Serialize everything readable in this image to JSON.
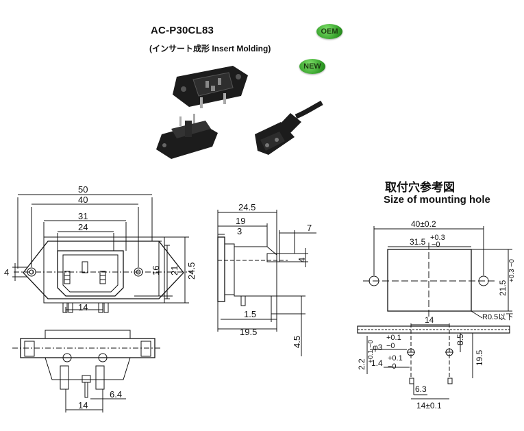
{
  "product": {
    "model": "AC-P30CL83",
    "subtitle": "(インサート成形  Insert Molding)",
    "badges": {
      "oem": "OEM",
      "new": "NEW"
    }
  },
  "mounting_hole": {
    "title_jp": "取付穴参考図",
    "title_en": "Size of mounting hole"
  },
  "front_view": {
    "dims": {
      "w50": "50",
      "w40": "40",
      "w31": "31",
      "w24": "24",
      "w14": "14",
      "h4": "4",
      "h16": "16",
      "h21": "21",
      "h24_5": "24.5"
    }
  },
  "side_view": {
    "dims": {
      "d24_5": "24.5",
      "d19": "19",
      "d3": "3",
      "d7": "7",
      "d4": "4",
      "d1_5": "1.5",
      "d19_5": "19.5",
      "d4_5": "4.5"
    }
  },
  "bottom_view": {
    "dims": {
      "d6_4": "6.4",
      "d14": "14"
    }
  },
  "hole_view": {
    "dims": {
      "w40": "40±0.2",
      "w31_5": "31.5",
      "w31_5_tol_plus": "+0.3",
      "w31_5_tol_minus": "−0",
      "h21_5": "21.5",
      "h21_5_tol": "+0.3 −0",
      "radius": "R0.5以下"
    }
  },
  "pcb_view": {
    "dims": {
      "w14": "14",
      "d8_5": "8.5",
      "d19_5": "19.5",
      "d2_2": "2.2",
      "d2_2_tol": "+0.1 −0",
      "phi3": "φ3",
      "phi3_tol_plus": "+0.1",
      "phi3_tol_minus": "−0",
      "d1_4": "1.4",
      "d1_4_tol_plus": "+0.1",
      "d1_4_tol_minus": "−0",
      "d6_3": "6.3",
      "w14_tol": "14±0.1"
    }
  },
  "colors": {
    "line": "#111111",
    "badge_green": "#3fae2f",
    "photo_black": "#1c1c1c"
  }
}
